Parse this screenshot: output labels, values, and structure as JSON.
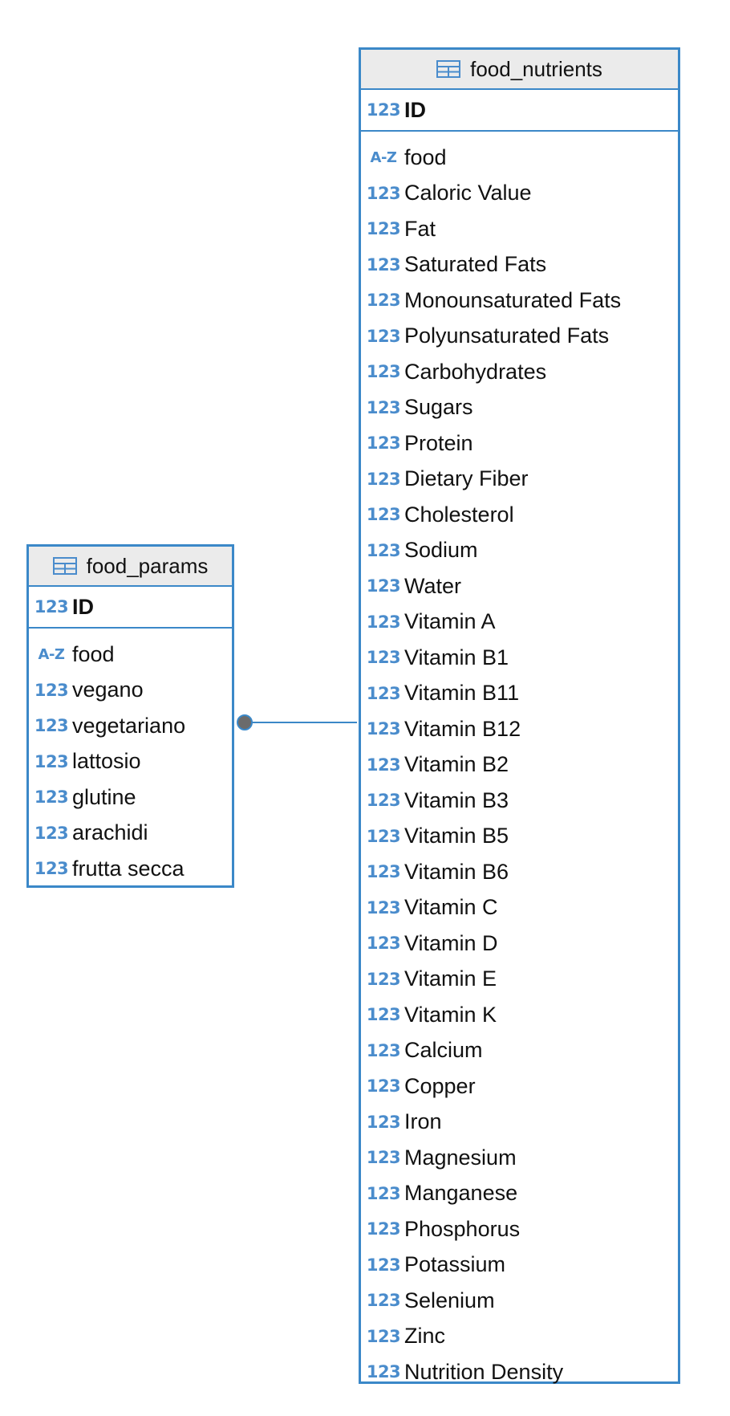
{
  "colors": {
    "border": "#3b88c8",
    "header_bg": "#ebebeb",
    "type_badge": "#4a8ccc",
    "connector_dot": "#6b6b6b"
  },
  "entities": [
    {
      "id": "food_params",
      "title": "food_params",
      "icon": "table-icon",
      "pk": {
        "type": "123",
        "name": "ID"
      },
      "attributes": [
        {
          "type": "A-Z",
          "name": "food"
        },
        {
          "type": "123",
          "name": "vegano"
        },
        {
          "type": "123",
          "name": "vegetariano"
        },
        {
          "type": "123",
          "name": "lattosio"
        },
        {
          "type": "123",
          "name": "glutine"
        },
        {
          "type": "123",
          "name": "arachidi"
        },
        {
          "type": "123",
          "name": "frutta secca"
        }
      ]
    },
    {
      "id": "food_nutrients",
      "title": "food_nutrients",
      "icon": "table-icon",
      "pk": {
        "type": "123",
        "name": "ID"
      },
      "attributes": [
        {
          "type": "A-Z",
          "name": "food"
        },
        {
          "type": "123",
          "name": "Caloric Value"
        },
        {
          "type": "123",
          "name": "Fat"
        },
        {
          "type": "123",
          "name": "Saturated Fats"
        },
        {
          "type": "123",
          "name": "Monounsaturated Fats"
        },
        {
          "type": "123",
          "name": "Polyunsaturated Fats"
        },
        {
          "type": "123",
          "name": "Carbohydrates"
        },
        {
          "type": "123",
          "name": "Sugars"
        },
        {
          "type": "123",
          "name": "Protein"
        },
        {
          "type": "123",
          "name": "Dietary Fiber"
        },
        {
          "type": "123",
          "name": "Cholesterol"
        },
        {
          "type": "123",
          "name": "Sodium"
        },
        {
          "type": "123",
          "name": "Water"
        },
        {
          "type": "123",
          "name": "Vitamin A"
        },
        {
          "type": "123",
          "name": "Vitamin B1"
        },
        {
          "type": "123",
          "name": "Vitamin B11"
        },
        {
          "type": "123",
          "name": "Vitamin B12"
        },
        {
          "type": "123",
          "name": "Vitamin B2"
        },
        {
          "type": "123",
          "name": "Vitamin B3"
        },
        {
          "type": "123",
          "name": "Vitamin B5"
        },
        {
          "type": "123",
          "name": "Vitamin B6"
        },
        {
          "type": "123",
          "name": "Vitamin C"
        },
        {
          "type": "123",
          "name": "Vitamin D"
        },
        {
          "type": "123",
          "name": "Vitamin E"
        },
        {
          "type": "123",
          "name": "Vitamin K"
        },
        {
          "type": "123",
          "name": "Calcium"
        },
        {
          "type": "123",
          "name": "Copper"
        },
        {
          "type": "123",
          "name": "Iron"
        },
        {
          "type": "123",
          "name": "Magnesium"
        },
        {
          "type": "123",
          "name": "Manganese"
        },
        {
          "type": "123",
          "name": "Phosphorus"
        },
        {
          "type": "123",
          "name": "Potassium"
        },
        {
          "type": "123",
          "name": "Selenium"
        },
        {
          "type": "123",
          "name": "Zinc"
        },
        {
          "type": "123",
          "name": "Nutrition Density"
        }
      ]
    }
  ],
  "relationships": [
    {
      "from": "food_params",
      "to": "food_nutrients"
    }
  ]
}
